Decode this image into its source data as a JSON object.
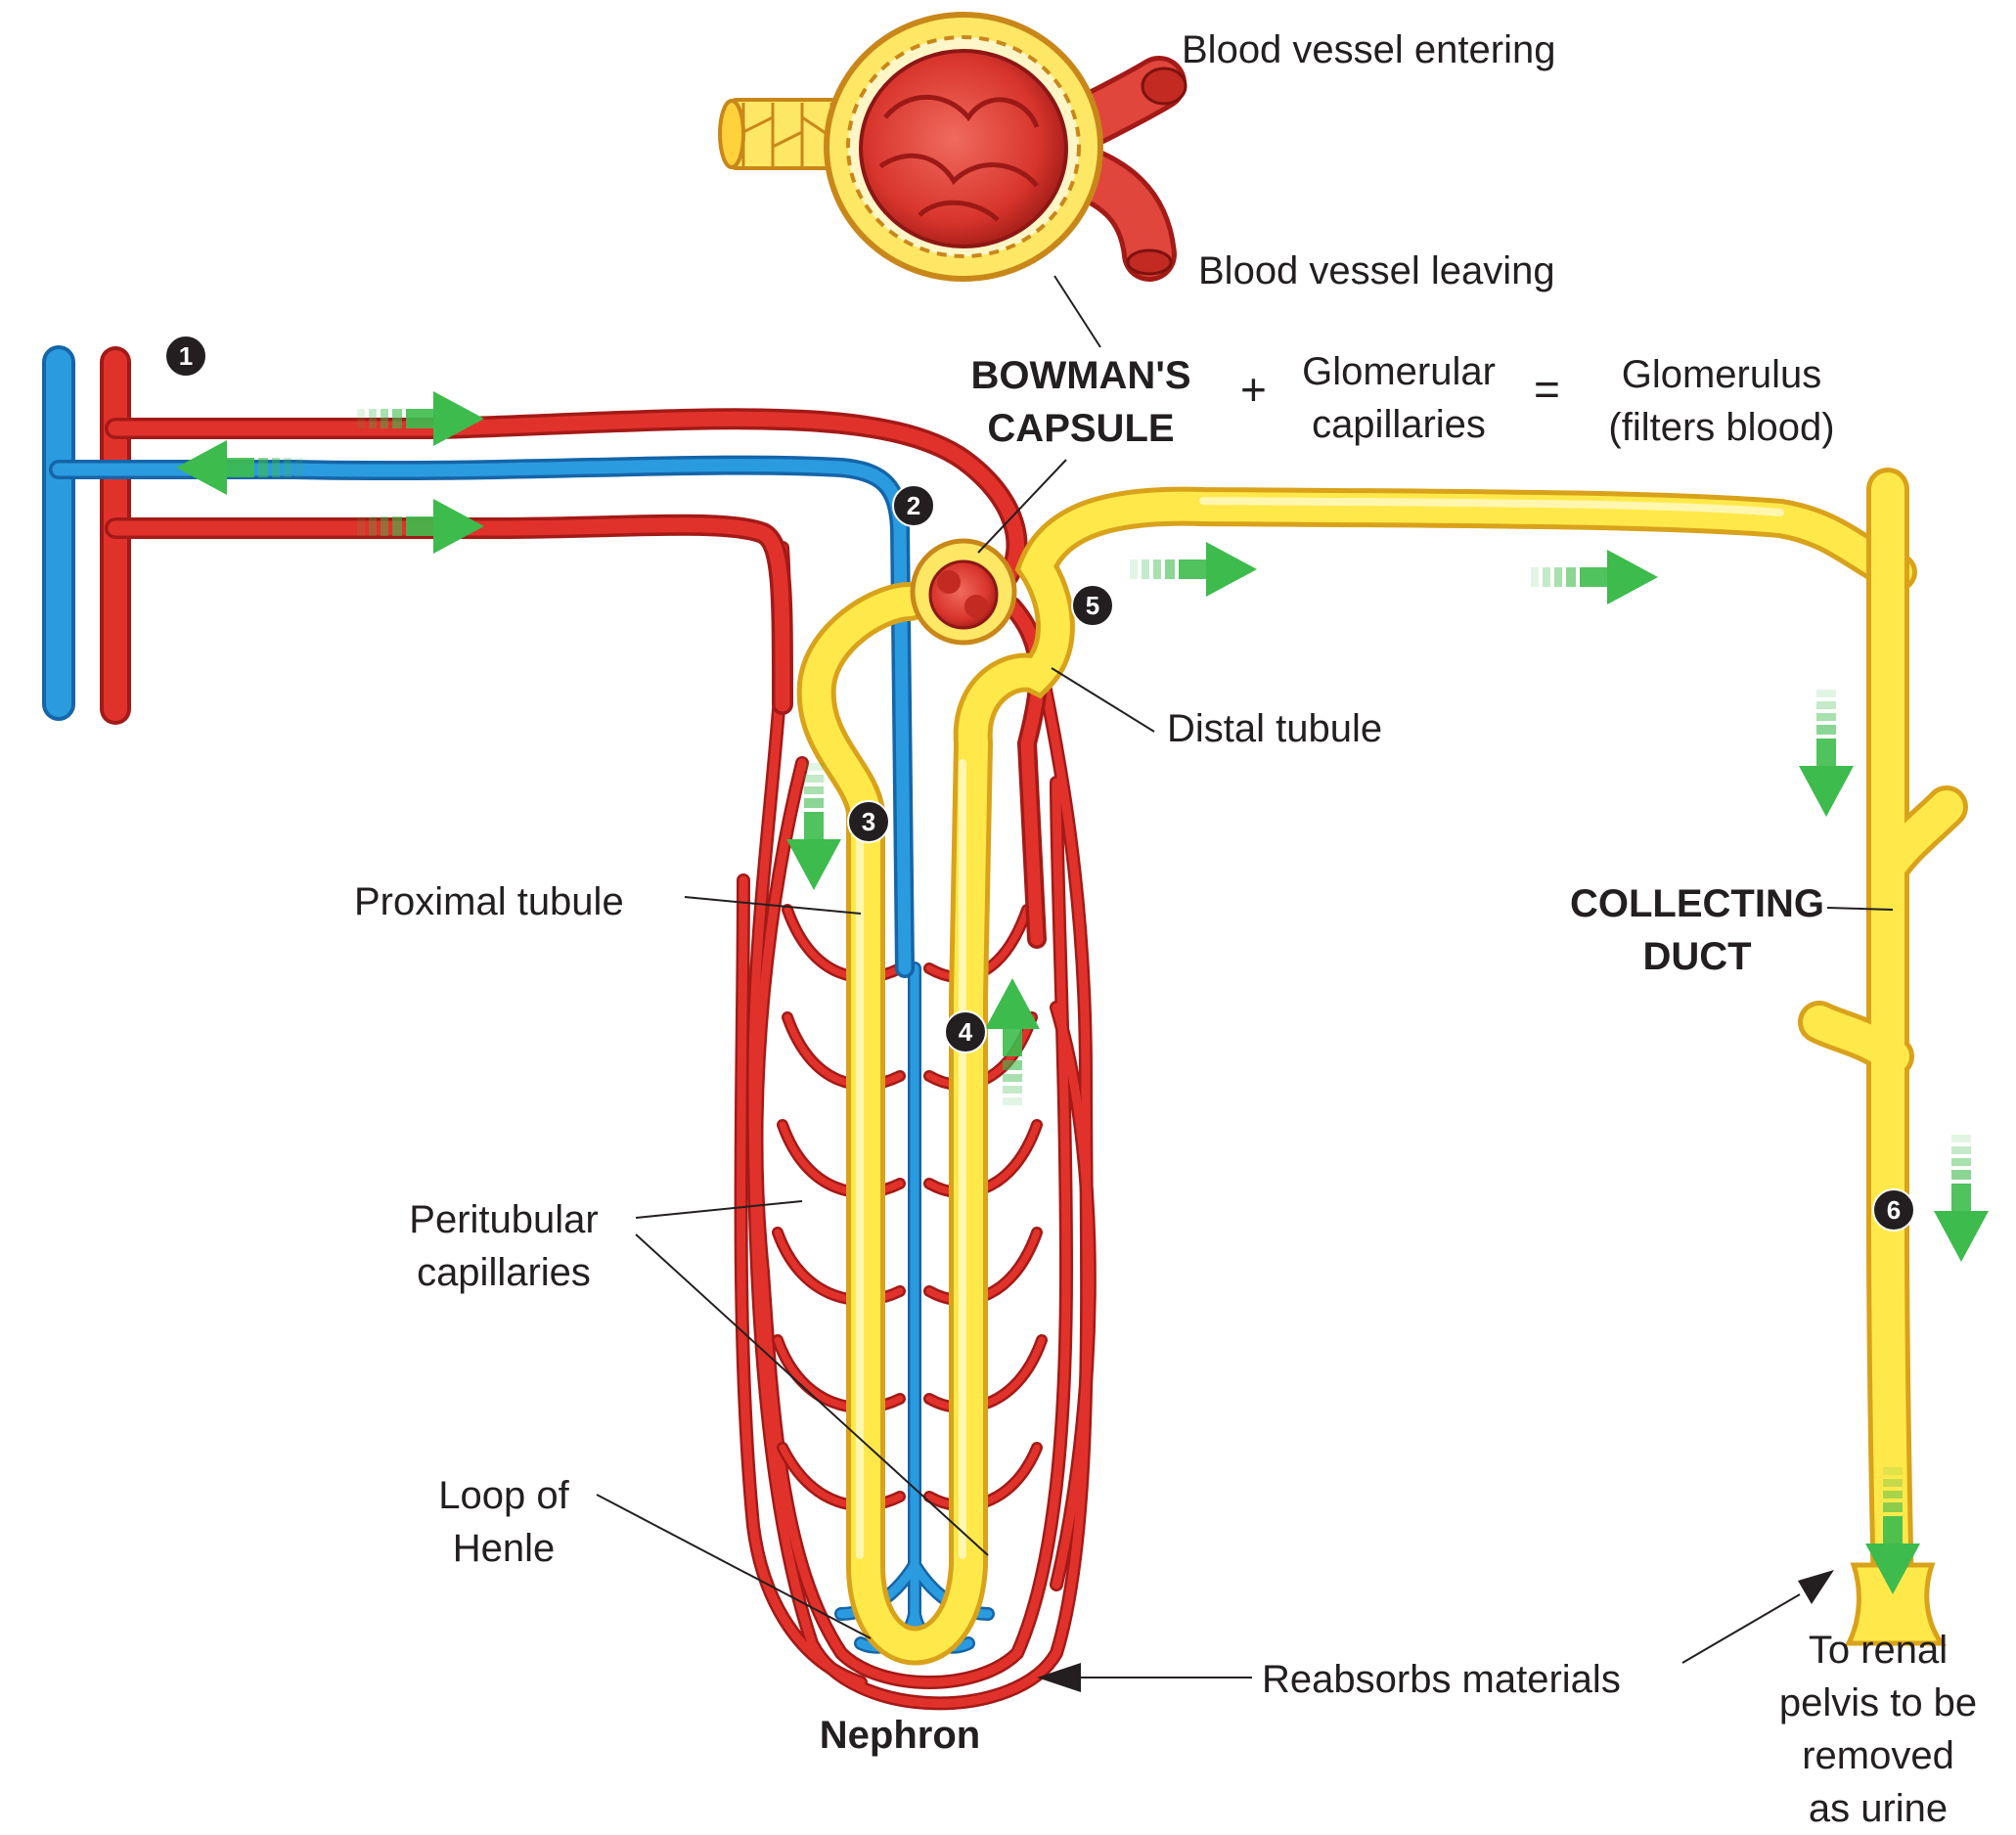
{
  "labels": {
    "vessel_entering": "Blood vessel entering",
    "vessel_leaving": "Blood vessel leaving",
    "bowman_line1": "BOWMAN'S",
    "bowman_line2": "CAPSULE",
    "plus": "+",
    "glomerular_line1": "Glomerular",
    "glomerular_line2": "capillaries",
    "equals": "=",
    "glomerulus_line1": "Glomerulus",
    "glomerulus_line2": "(filters blood)",
    "distal_tubule": "Distal tubule",
    "proximal_tubule": "Proximal tubule",
    "collecting_line1": "COLLECTING",
    "collecting_line2": "DUCT",
    "peritubular_line1": "Peritubular",
    "peritubular_line2": "capillaries",
    "loop_line1": "Loop of",
    "loop_line2": "Henle",
    "reabsorbs": "Reabsorbs materials",
    "renal_line1": "To renal",
    "renal_line2": "pelvis to be",
    "renal_line3": "removed",
    "renal_line4": "as urine",
    "nephron": "Nephron"
  },
  "steps": [
    "1",
    "2",
    "3",
    "4",
    "5",
    "6"
  ],
  "colors": {
    "artery": "#e0322b",
    "artery_dark": "#a31a17",
    "vein": "#2b9be0",
    "vein_dark": "#1565a8",
    "tubule": "#ffe94a",
    "tubule_dark": "#d9a21b",
    "arrow": "#3dbb4c"
  }
}
